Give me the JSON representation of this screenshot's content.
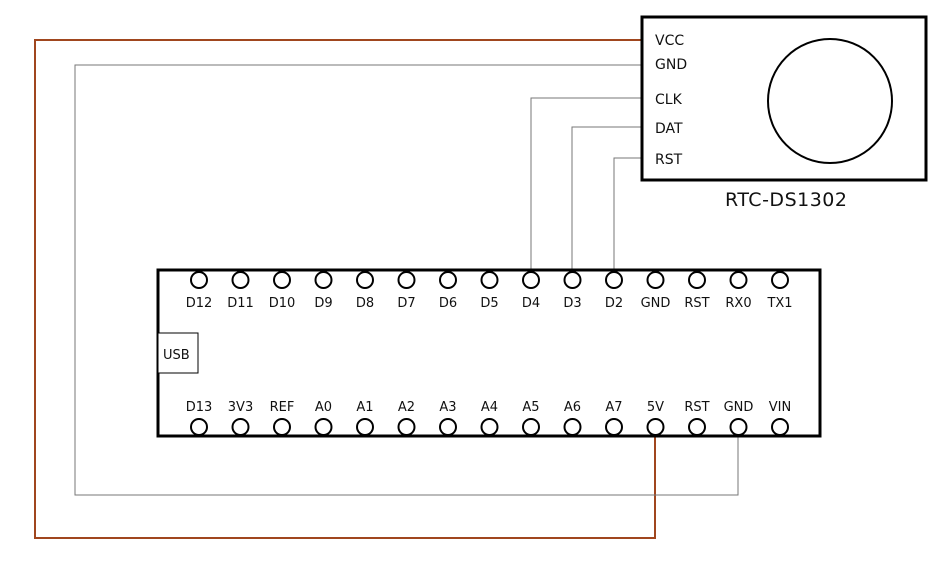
{
  "rtc": {
    "title": "RTC-DS1302",
    "pins": [
      "VCC",
      "GND",
      "CLK",
      "DAT",
      "RST"
    ]
  },
  "board": {
    "usb_label": "USB",
    "top_pins": [
      "D12",
      "D11",
      "D10",
      "D9",
      "D8",
      "D7",
      "D6",
      "D5",
      "D4",
      "D3",
      "D2",
      "GND",
      "RST",
      "RX0",
      "TX1"
    ],
    "bottom_pins": [
      "D13",
      "3V3",
      "REF",
      "A0",
      "A1",
      "A2",
      "A3",
      "A4",
      "A5",
      "A6",
      "A7",
      "5V",
      "RST",
      "GND",
      "VIN"
    ]
  },
  "wires": [
    {
      "from": "rtc.VCC",
      "to": "board.5V",
      "color": "#a0461e"
    },
    {
      "from": "rtc.GND",
      "to": "board.GND",
      "color": "#777777"
    },
    {
      "from": "rtc.CLK",
      "to": "board.D4",
      "color": "#777777"
    },
    {
      "from": "rtc.DAT",
      "to": "board.D3",
      "color": "#777777"
    },
    {
      "from": "rtc.RST",
      "to": "board.D2",
      "color": "#777777"
    }
  ]
}
